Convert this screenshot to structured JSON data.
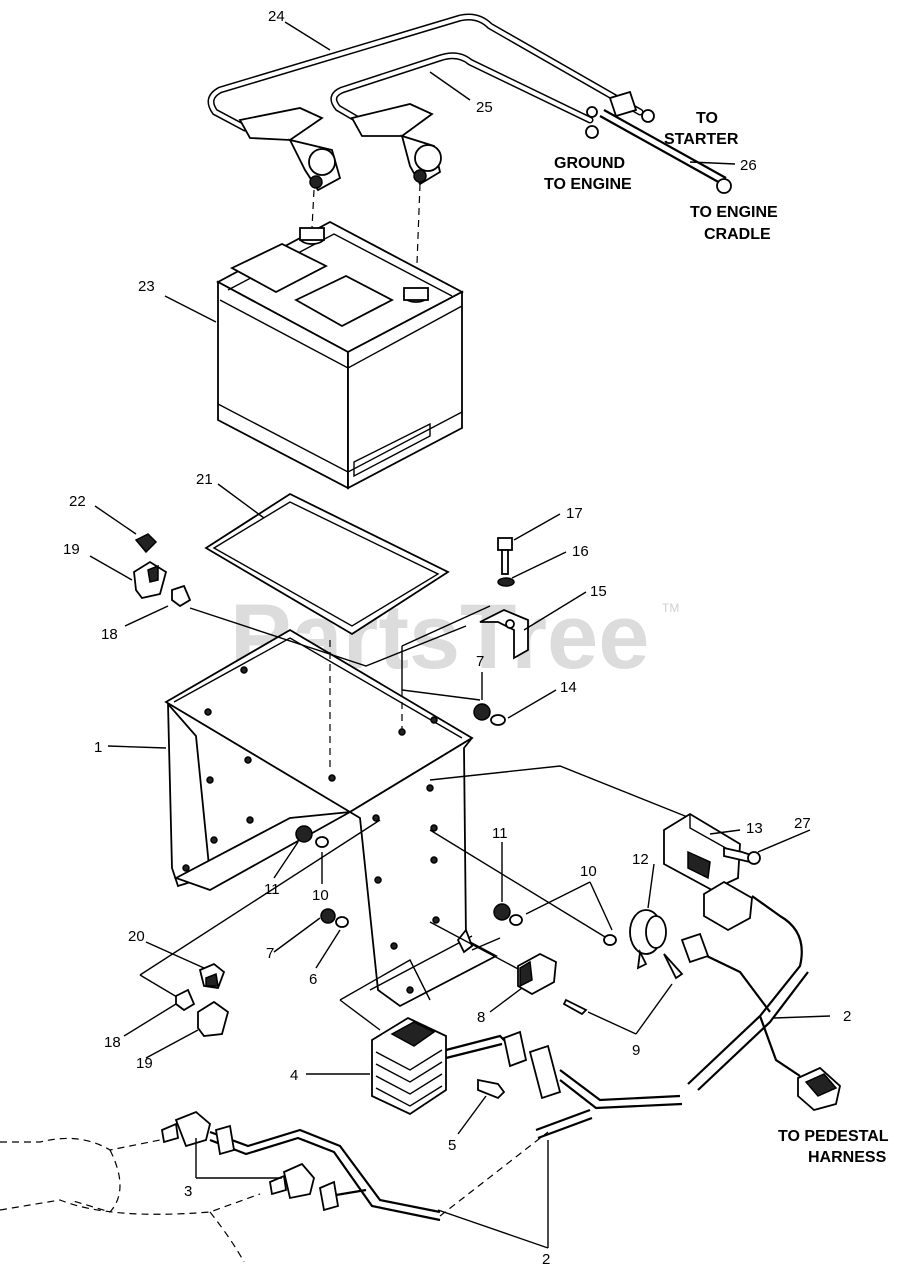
{
  "watermark": {
    "text": "PartsTree",
    "mark": "TM"
  },
  "callouts": [
    {
      "id": "c24",
      "label": "24"
    },
    {
      "id": "c25",
      "label": "25"
    },
    {
      "id": "c26",
      "label": "26"
    },
    {
      "id": "c23",
      "label": "23"
    },
    {
      "id": "c22",
      "label": "22"
    },
    {
      "id": "c21",
      "label": "21"
    },
    {
      "id": "c19a",
      "label": "19"
    },
    {
      "id": "c18a",
      "label": "18"
    },
    {
      "id": "c17",
      "label": "17"
    },
    {
      "id": "c16",
      "label": "16"
    },
    {
      "id": "c15",
      "label": "15"
    },
    {
      "id": "c7a",
      "label": "7"
    },
    {
      "id": "c14",
      "label": "14"
    },
    {
      "id": "c1",
      "label": "1"
    },
    {
      "id": "c13",
      "label": "13"
    },
    {
      "id": "c27",
      "label": "27"
    },
    {
      "id": "c11a",
      "label": "11"
    },
    {
      "id": "c11b",
      "label": "11"
    },
    {
      "id": "c10a",
      "label": "10"
    },
    {
      "id": "c10b",
      "label": "10"
    },
    {
      "id": "c12",
      "label": "12"
    },
    {
      "id": "c20",
      "label": "20"
    },
    {
      "id": "c7b",
      "label": "7"
    },
    {
      "id": "c6",
      "label": "6"
    },
    {
      "id": "c18b",
      "label": "18"
    },
    {
      "id": "c19b",
      "label": "19"
    },
    {
      "id": "c8",
      "label": "8"
    },
    {
      "id": "c9",
      "label": "9"
    },
    {
      "id": "c2a",
      "label": "2"
    },
    {
      "id": "c4",
      "label": "4"
    },
    {
      "id": "c5",
      "label": "5"
    },
    {
      "id": "c3",
      "label": "3"
    },
    {
      "id": "c2b",
      "label": "2"
    }
  ],
  "captions": {
    "to_starter": [
      "TO",
      "STARTER"
    ],
    "ground_to_engine": [
      "GROUND",
      "TO ENGINE"
    ],
    "to_engine_cradle": [
      "TO ENGINE",
      "CRADLE"
    ],
    "to_pedestal_harness": [
      "TO PEDESTAL",
      "HARNESS"
    ]
  }
}
